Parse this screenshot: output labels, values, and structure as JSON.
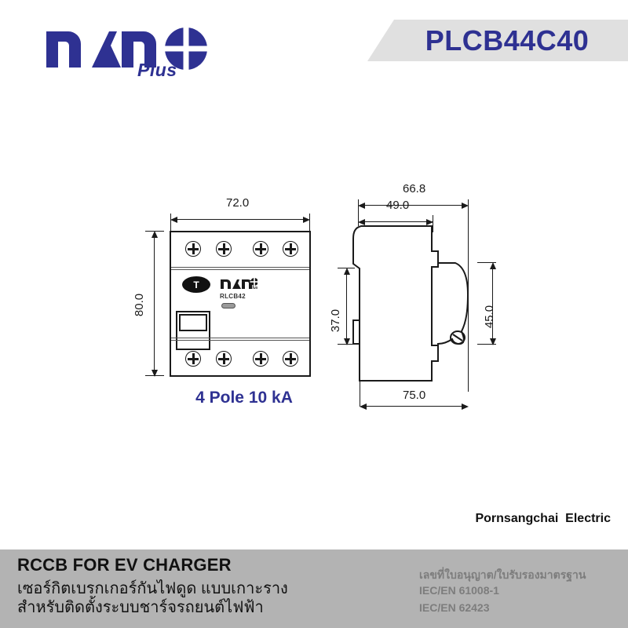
{
  "header": {
    "brand_name": "nano",
    "brand_sub": "Plus",
    "logo_icon": "nano-quadrant-circle-logo",
    "model_code": "PLCB44C40",
    "brand_color": "#2e3192",
    "band_color": "#e0e0e0"
  },
  "drawing": {
    "front_view": {
      "width_dim": "72.0",
      "height_dim": "80.0",
      "test_button": "T",
      "device_brand": "nano",
      "device_brand_sub": "Plus",
      "device_model": "RLCB42",
      "caption": "4 Pole 10 kA",
      "caption_color": "#2e3192",
      "terminal_count_top": 4,
      "terminal_count_bottom": 4
    },
    "side_view": {
      "overall_depth_dim": "66.8",
      "front_depth_dim": "49.0",
      "rail_height_dim": "37.0",
      "body_height_dim": "45.0",
      "total_height_dim": "75.0"
    }
  },
  "footer": {
    "company": "Pornsangchai  Electric",
    "title": "RCCB FOR EV CHARGER",
    "desc_line1": "เซอร์กิตเบรกเกอร์กันไฟดูด แบบเกาะราง",
    "desc_line2": "สำหรับติดตั้งระบบชาร์จรถยนต์ไฟฟ้า",
    "cert_label": "เลขที่ใบอนุญาต/ใบรับรองมาตรฐาน",
    "cert_std1": "IEC/EN 61008-1",
    "cert_std2": "IEC/EN 62423",
    "band_color": "#b3b3b3"
  }
}
